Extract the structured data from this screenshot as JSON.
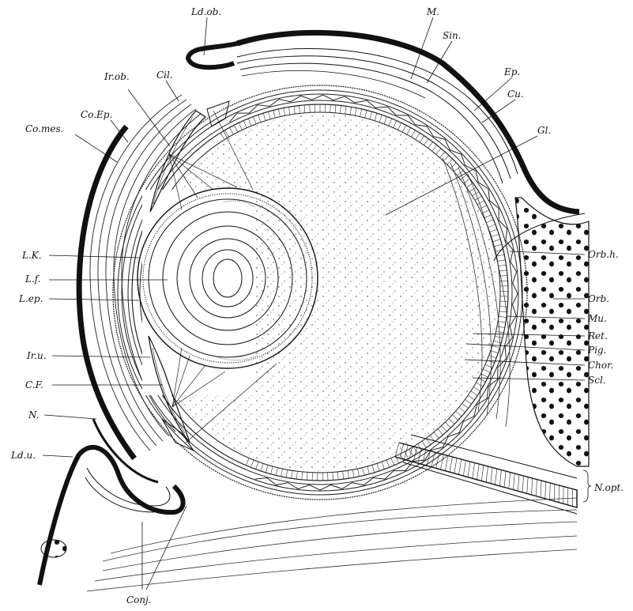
{
  "figure": {
    "labels": {
      "ld_ob": "Ld.ob.",
      "m": "M.",
      "sin": "Sin.",
      "ir_ob": "Ir.ob.",
      "cil": "Cil.",
      "ep": "Ep.",
      "cu": "Cu.",
      "co_ep": "Co.Ep.",
      "co_mes": "Co.mes.",
      "gl": "Gl.",
      "lk": "L.K.",
      "lf": "L.f.",
      "lep": "L.ep.",
      "orb_h": "Orb.h.",
      "orb": "Orb.",
      "mu": "Mu.",
      "ret": "Ret.",
      "pig": "Pig.",
      "chor": "Chor.",
      "scl": "Scl.",
      "ir_u": "Ir.u.",
      "cf": "C.F.",
      "n": "N.",
      "ld_u": "Ld.u.",
      "n_opt": "N.opt.",
      "conj": "Conj."
    },
    "colors": {
      "ink": "#111111",
      "paper": "#ffffff"
    }
  }
}
